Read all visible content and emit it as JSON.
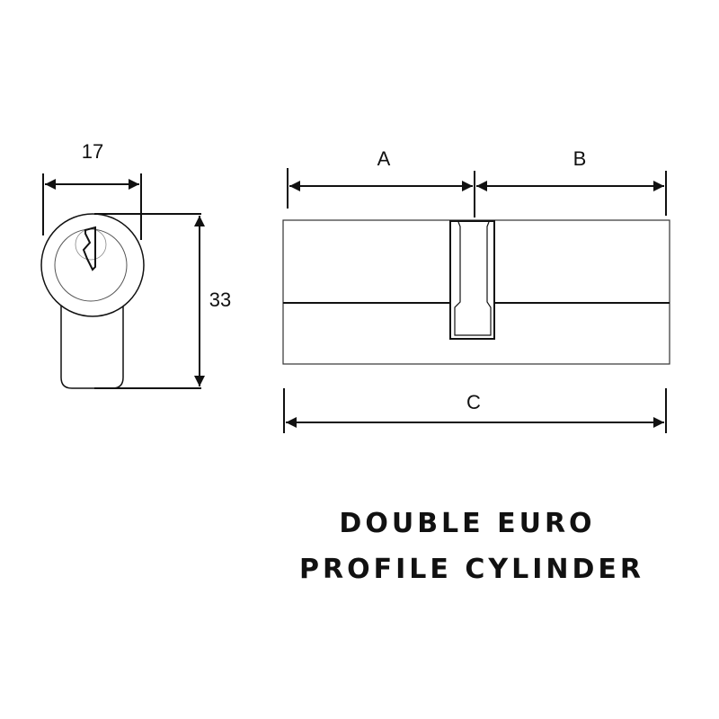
{
  "dimensions": {
    "width_label": "17",
    "height_label": "33",
    "a_label": "A",
    "b_label": "B",
    "c_label": "C"
  },
  "title": {
    "line1": "DOUBLE EURO",
    "line2": "PROFILE CYLINDER"
  },
  "colors": {
    "line": "#111111",
    "background": "#ffffff"
  }
}
